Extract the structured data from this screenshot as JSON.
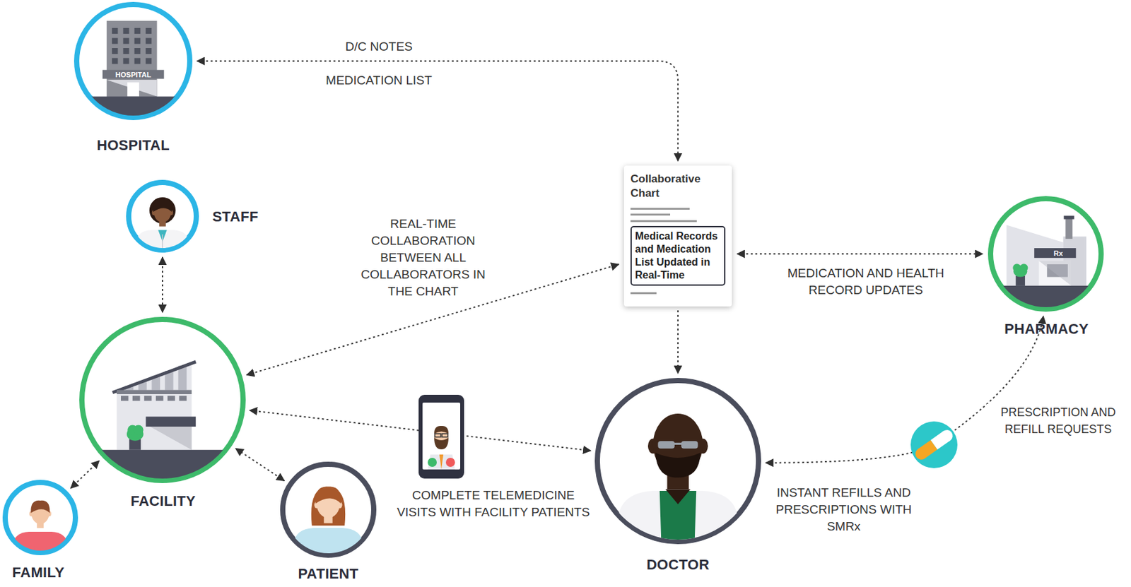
{
  "diagram": {
    "nodes": [
      {
        "text": [
          "HOSPITAL"
        ]
      },
      {
        "text": [
          "STAFF"
        ]
      },
      {
        "text": [
          "FACILITY"
        ]
      },
      {
        "text": [
          "FAMILY"
        ]
      },
      {
        "text": [
          "PATIENT"
        ]
      },
      {
        "text": [
          "Collaborative Chart"
        ]
      },
      {
        "text": [
          "Medical Records and Medication List Updated in Real-Time"
        ],
        "in": 5
      },
      {
        "text": [
          "DOCTOR"
        ]
      },
      {
        "text": [
          "PHARMACY"
        ]
      }
    ],
    "edges": [
      {
        "from": 0,
        "to": 5,
        "arrow": "both",
        "label": "D/C NOTES"
      },
      {
        "from": 1,
        "to": 2,
        "arrow": "both"
      },
      {
        "from": 2,
        "to": 5,
        "arrow": "both",
        "label": "REAL-TIME COLLABORATION BETWEEN ALL COLLABORATORS IN THE CHART"
      },
      {
        "from": 5,
        "to": 8,
        "arrow": "both",
        "label": "MEDICATION AND HEALTH RECORD UPDATES"
      },
      {
        "from": 5,
        "to": 7,
        "arrow": "to"
      },
      {
        "from": 3,
        "to": 2,
        "arrow": "both"
      },
      {
        "from": 2,
        "to": 7,
        "arrow": "both",
        "label": "COMPLETE TELEMEDICINE VISITS WITH FACILITY PATIENTS"
      },
      {
        "from": 4,
        "to": 2,
        "arrow": "both"
      },
      {
        "from": 7,
        "to": 8,
        "arrow": "both",
        "label": "PRESCRIPTION AND REFILL REQUESTS"
      }
    ],
    "labels": [
      "HOSPITAL",
      "MEDICATION LIST",
      "Rx",
      "INSTANT REFILLS AND PRESCRIPTIONS WITH SMRx"
    ]
  }
}
